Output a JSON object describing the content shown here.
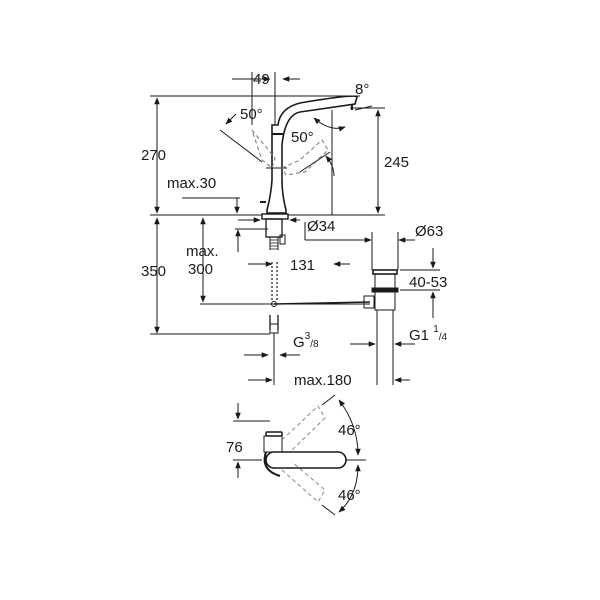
{
  "diagram": {
    "type": "technical-dimension-drawing",
    "subject": "single-lever basin mixer with pop-up waste",
    "views": [
      "side-elevation",
      "top-plan"
    ],
    "dimensions": {
      "spout_width": "49",
      "spout_tilt": "8°",
      "lever_angle_left": "50°",
      "lever_angle_right": "50°",
      "total_height": "270",
      "spout_outlet_height": "245",
      "max_deck_thickness": "max.30",
      "base_diameter": "Ø34",
      "below_deck_height": "350",
      "max_hose_label_1": "max.",
      "max_hose_label_2": "300",
      "spout_reach": "131",
      "waste_diameter": "Ø63",
      "waste_range": "40-53",
      "supply_thread_main": "G",
      "supply_thread_sup": "3",
      "supply_thread_sub": "/8",
      "waste_thread_main": "G1",
      "waste_thread_sup": "1",
      "waste_thread_sub": "/4",
      "max_offset": "max.180",
      "plan_depth": "76",
      "swing_angle_top": "46°",
      "swing_angle_bottom": "46°"
    }
  }
}
